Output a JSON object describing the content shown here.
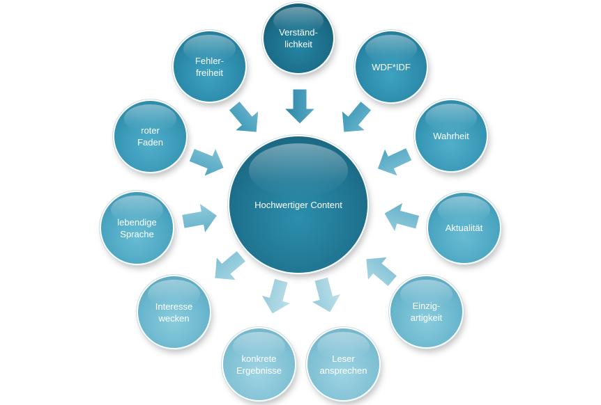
{
  "diagram": {
    "center": {
      "label": "Hochwertiger Content"
    },
    "nodes": [
      {
        "id": "verstaendlichkeit",
        "label": "Verständ-\nlichkeit"
      },
      {
        "id": "wdfidf",
        "label": "WDF*IDF"
      },
      {
        "id": "wahrheit",
        "label": "Wahrheit"
      },
      {
        "id": "aktualitaet",
        "label": "Aktualität"
      },
      {
        "id": "einzigartigkeit",
        "label": "Einzig-\nartigkeit"
      },
      {
        "id": "leser-ansprechen",
        "label": "Leser\nansprechen"
      },
      {
        "id": "konkrete-ergebnisse",
        "label": "konkrete\nErgebnisse"
      },
      {
        "id": "interesse-wecken",
        "label": "Interesse\nwecken"
      },
      {
        "id": "lebendige-sprache",
        "label": "lebendige\nSprache"
      },
      {
        "id": "roter-faden",
        "label": "roter\nFaden"
      },
      {
        "id": "fehlerfreiheit",
        "label": "Fehler-\nfreiheit"
      }
    ]
  },
  "colors": {
    "dark": "#1a6a85",
    "mid": "#2a88a7",
    "light": "#7fc0d4",
    "arrow_dark": "#2a8aab",
    "arrow_light": "#a9d5e3"
  }
}
